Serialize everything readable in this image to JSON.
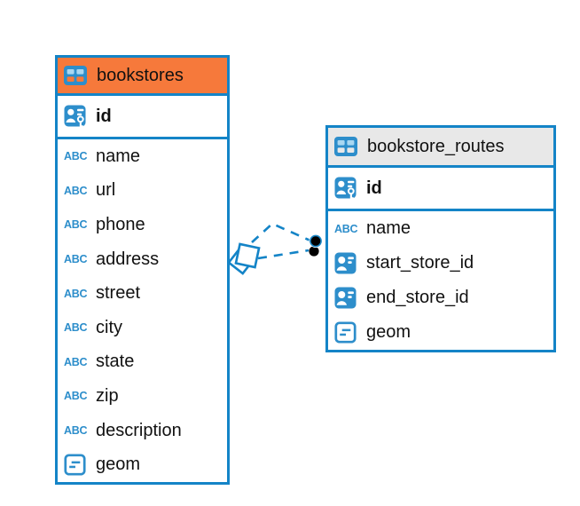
{
  "diagram": {
    "kind": "entity-relationship-diagram",
    "background": "#ffffff"
  },
  "colors": {
    "border_blue": "#1484c7",
    "icon_blue": "#2d8ecb",
    "selected_header_orange": "#f6793b",
    "header_gray": "#e8e8e8",
    "text": "#111111",
    "endpoint_dot": "#000000"
  },
  "icons": {
    "text_label": "ABC"
  },
  "tables": [
    {
      "name": "bookstores",
      "selected": true,
      "header_color": "#f6793b",
      "columns": [
        {
          "name": "id",
          "type": "primary-key"
        },
        {
          "name": "name",
          "type": "text"
        },
        {
          "name": "url",
          "type": "text"
        },
        {
          "name": "phone",
          "type": "text"
        },
        {
          "name": "address",
          "type": "text"
        },
        {
          "name": "street",
          "type": "text"
        },
        {
          "name": "city",
          "type": "text"
        },
        {
          "name": "state",
          "type": "text"
        },
        {
          "name": "zip",
          "type": "text"
        },
        {
          "name": "description",
          "type": "text"
        },
        {
          "name": "geom",
          "type": "geometry"
        }
      ]
    },
    {
      "name": "bookstore_routes",
      "selected": false,
      "header_color": "#e8e8e8",
      "columns": [
        {
          "name": "id",
          "type": "primary-key"
        },
        {
          "name": "name",
          "type": "text"
        },
        {
          "name": "start_store_id",
          "type": "foreign-key"
        },
        {
          "name": "end_store_id",
          "type": "foreign-key"
        },
        {
          "name": "geom",
          "type": "geometry"
        }
      ]
    }
  ],
  "relationships": [
    {
      "between": [
        "bookstores",
        "bookstore_routes"
      ],
      "line_style": "dashed",
      "source_marker": "diamond",
      "target_marker": "dot"
    },
    {
      "between": [
        "bookstores",
        "bookstore_routes"
      ],
      "line_style": "dashed",
      "source_marker": "diamond",
      "target_marker": "dot"
    }
  ]
}
